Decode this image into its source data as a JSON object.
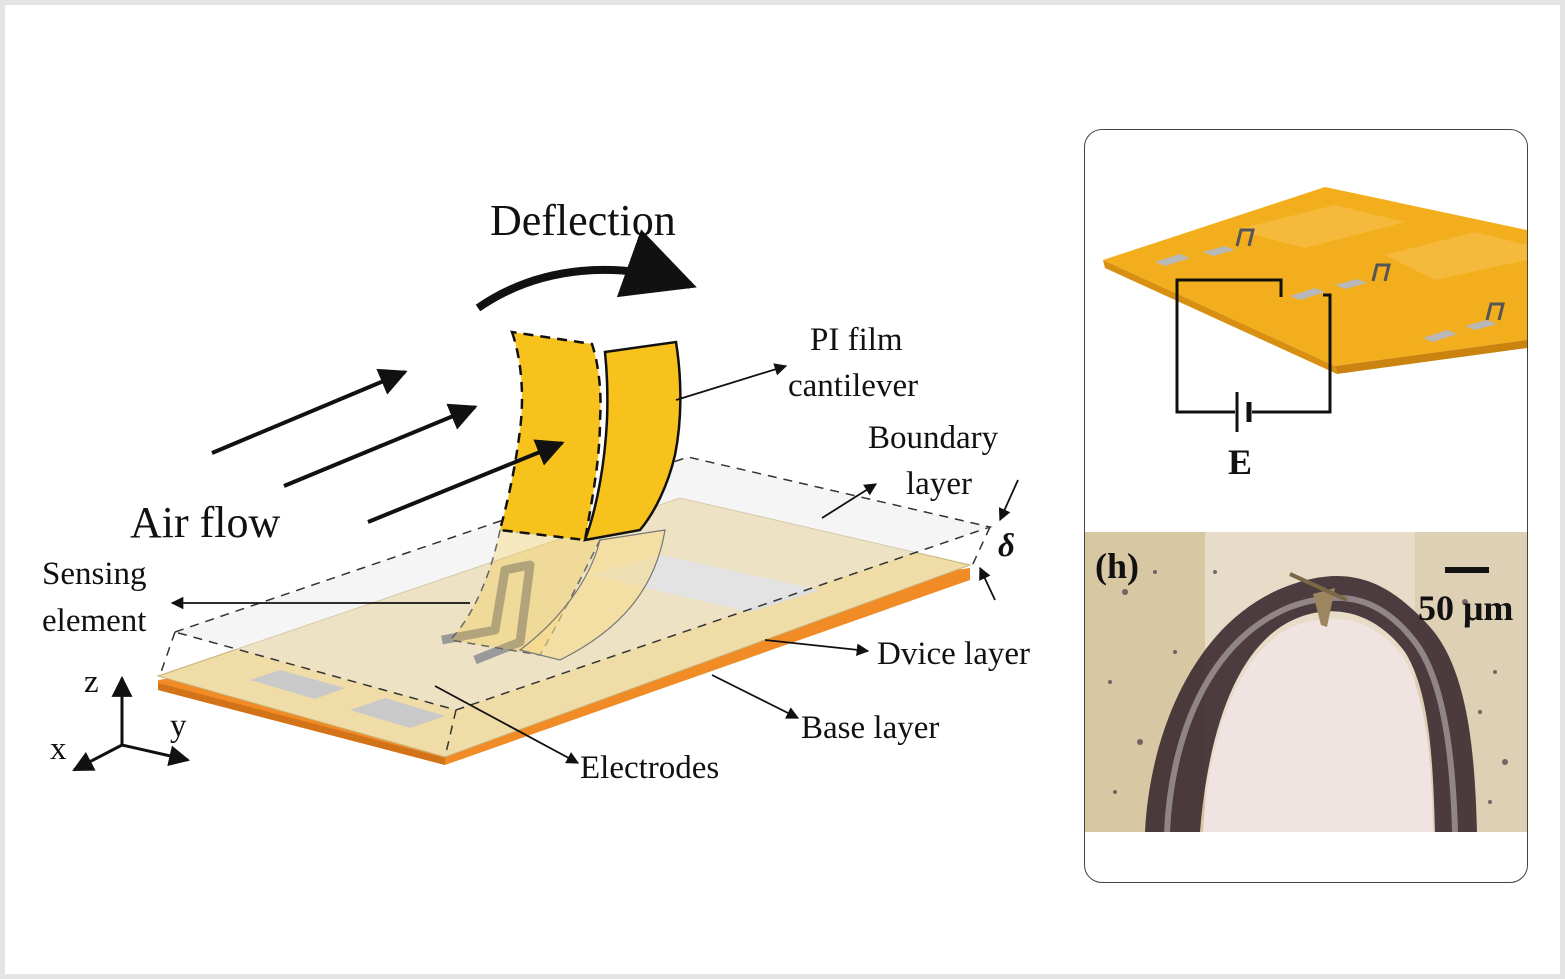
{
  "main_diagram": {
    "deflection_label": "Deflection",
    "airflow_label": "Air flow",
    "cantilever_label_line1": "PI film",
    "cantilever_label_line2": "cantilever",
    "boundary_label_line1": "Boundary",
    "boundary_label_line2": "layer",
    "delta_label": "δ",
    "sensing_label_line1": "Sensing",
    "sensing_label_line2": "element",
    "device_layer_label": "Dvice layer",
    "base_layer_label": "Base layer",
    "electrodes_label": "Electrodes",
    "axis_z": "z",
    "axis_y": "y",
    "axis_x": "x"
  },
  "inset": {
    "source_label": "E",
    "micrograph_panel_label": "(h)",
    "scale_bar_label": "50 μm"
  },
  "colors": {
    "cantilever": "#f7c21c",
    "device_layer": "#f0dca6",
    "base_layer": "#f08b25",
    "substrate_inset": "#f2ae1c"
  }
}
